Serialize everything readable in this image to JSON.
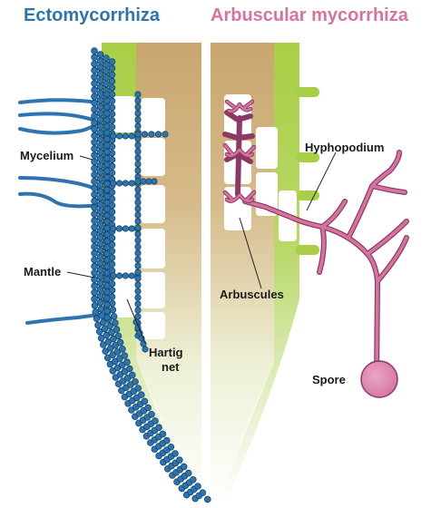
{
  "titles": {
    "ectomycorrhiza": "Ectomycorrhiza",
    "arbuscular": "Arbuscular mycorrhiza"
  },
  "labels": {
    "mycelium": "Mycelium",
    "mantle": "Mantle",
    "hartig_line1": "Hartig",
    "hartig_line2": "net",
    "hyphopodium": "Hyphopodium",
    "arbuscules": "Arbuscules",
    "spore": "Spore"
  },
  "colors": {
    "ecto_blue": "#2e74b0",
    "ecto_blue_dark": "#14466e",
    "am_pink": "#d6739f",
    "am_pink_dark": "#8a3a64",
    "root_green": "#a8cf45",
    "root_tan": "#c9a66e"
  }
}
